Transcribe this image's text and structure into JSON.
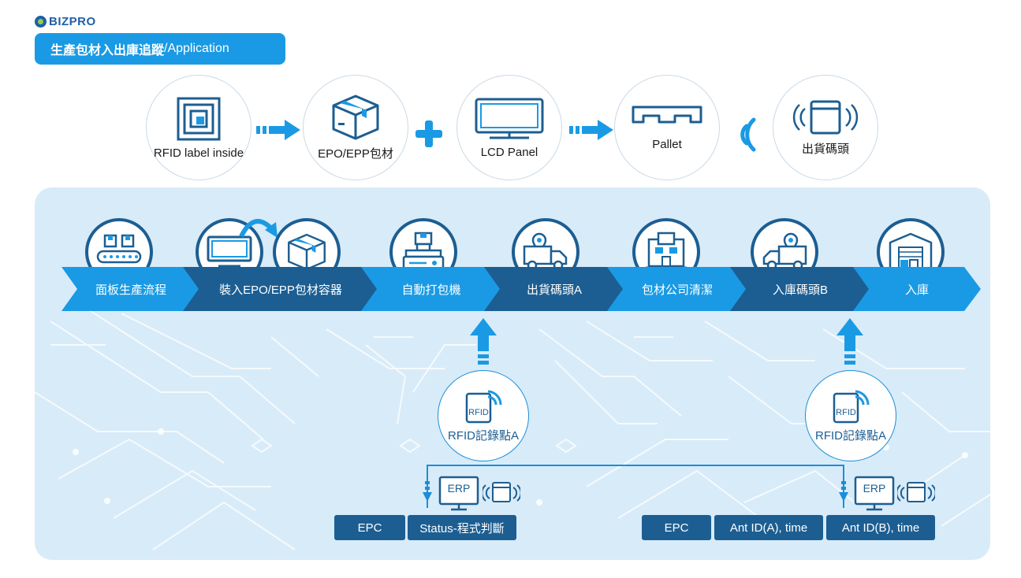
{
  "brand": {
    "logo": "BIZPRO"
  },
  "header": {
    "title_main": "生產包材入出庫追蹤",
    "title_sub": "/Application"
  },
  "top_row": [
    {
      "label": "RFID label inside",
      "icon": "rfid-label-icon"
    },
    {
      "label": "EPO/EPP包材",
      "icon": "box-icon"
    },
    {
      "label": "LCD Panel",
      "icon": "monitor-icon"
    },
    {
      "label": "Pallet",
      "icon": "pallet-icon"
    },
    {
      "label": "出貨碼頭",
      "icon": "reader-icon"
    }
  ],
  "process_steps": [
    {
      "label": "面板生產流程",
      "icon": "conveyor-icon"
    },
    {
      "label": "裝入EPO/EPP包材容器",
      "icon": "monitor-box-icon"
    },
    {
      "label": "自動打包機",
      "icon": "packing-machine-icon"
    },
    {
      "label": "出貨碼頭A",
      "icon": "truck-icon"
    },
    {
      "label": "包材公司清潔",
      "icon": "building-icon"
    },
    {
      "label": "入庫碼頭B",
      "icon": "truck-icon"
    },
    {
      "label": "入庫",
      "icon": "warehouse-icon"
    }
  ],
  "rfid_points": [
    {
      "tag": "RFID",
      "label": "RFID記錄點A"
    },
    {
      "tag": "RFID",
      "label": "RFID記錄點A"
    }
  ],
  "erp_label": "ERP",
  "data_tags_left": [
    "EPC",
    "Status-程式判斷"
  ],
  "data_tags_right": [
    "EPC",
    "Ant ID(A), time",
    "Ant ID(B), time"
  ],
  "colors": {
    "light_blue": "#1a9ae4",
    "dark_blue": "#1c5e92",
    "panel_bg": "#d8ebf8"
  }
}
